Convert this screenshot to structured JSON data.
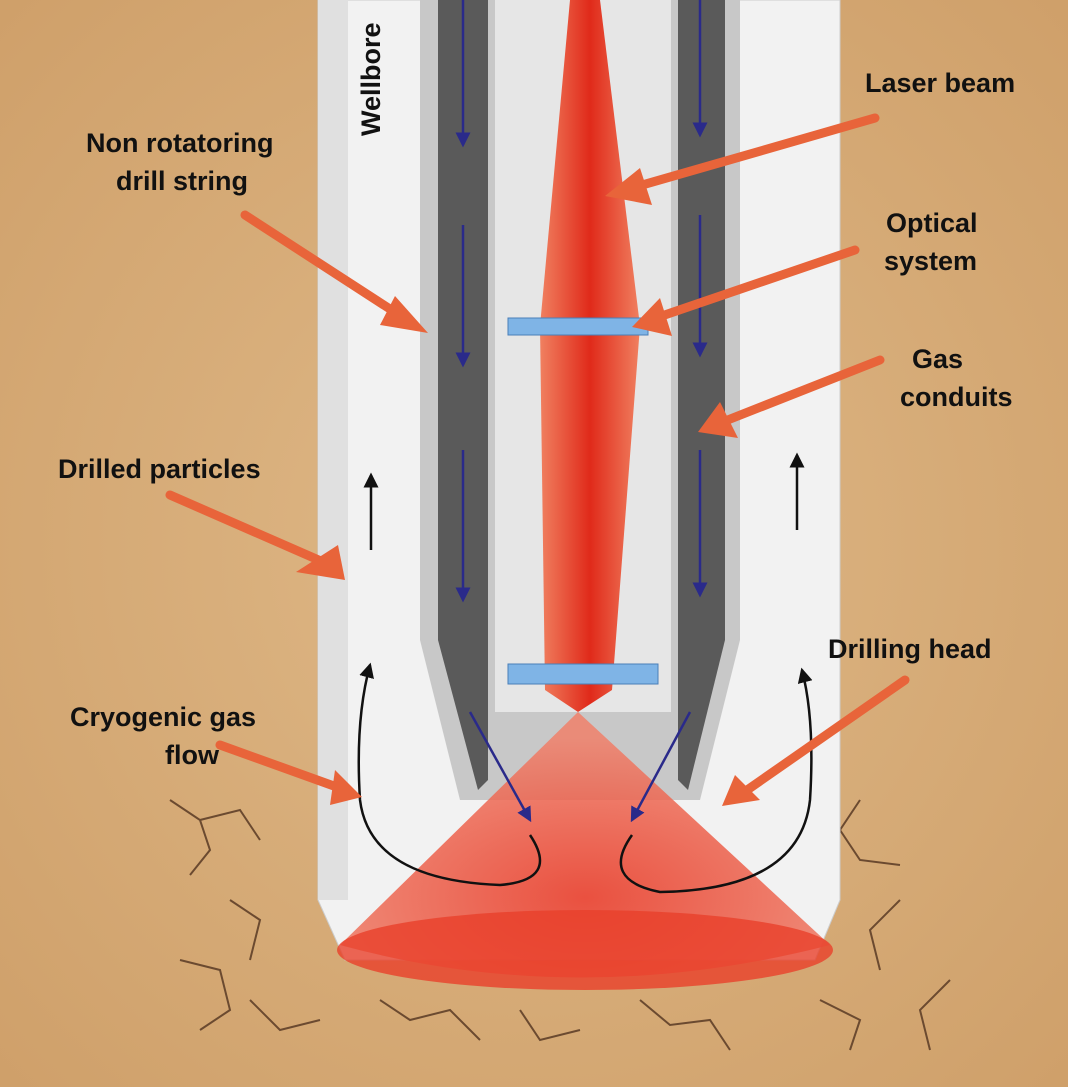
{
  "title": "Laser drilling diagram",
  "labels": {
    "wellbore": "Wellbore",
    "laser_beam": "Laser beam",
    "drill_string_1": "Non rotatoring",
    "drill_string_2": "drill string",
    "optical_1": "Optical",
    "optical_2": "system",
    "gas_1": "Gas",
    "gas_2": "conduits",
    "particles": "Drilled particles",
    "head": "Drilling head",
    "cryo_1": "Cryogenic gas",
    "cryo_2": "flow"
  },
  "colors": {
    "rock": "#d8ad78",
    "laser": "#e8402a",
    "arrow": "#e8643a",
    "lens": "#7fb4e6",
    "flow": "#2a2a8a"
  }
}
